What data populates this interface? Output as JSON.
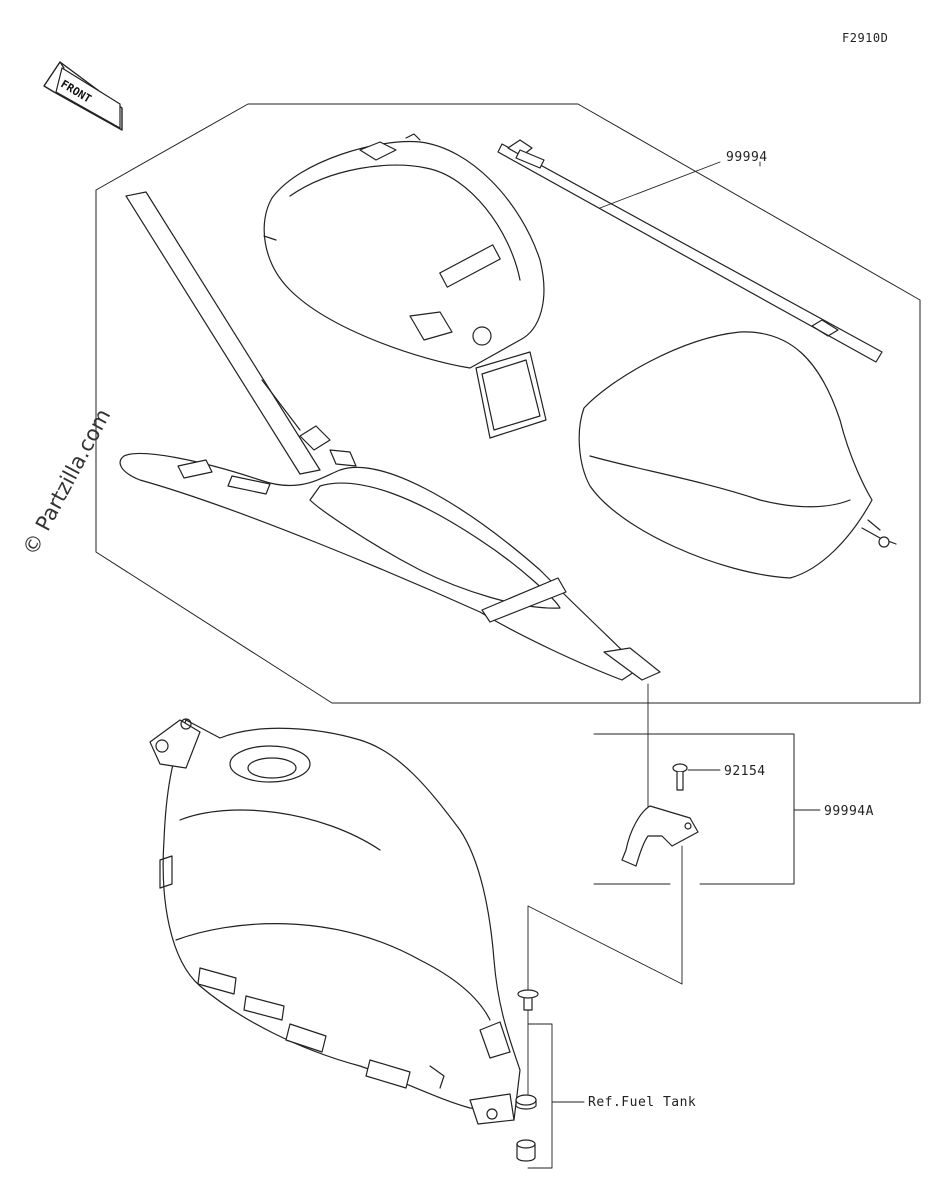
{
  "figure_id": "F2910D",
  "orientation": {
    "arrow_label": "FRONT",
    "icon": "front-arrow-icon"
  },
  "watermark": "© Partzilla.com",
  "callouts": {
    "tank_bag_kit": "99994",
    "bolt": "92154",
    "bracket_kit": "99994A",
    "reference": "Ref.Fuel Tank"
  },
  "colors": {
    "line": "#222222",
    "background": "#ffffff"
  }
}
